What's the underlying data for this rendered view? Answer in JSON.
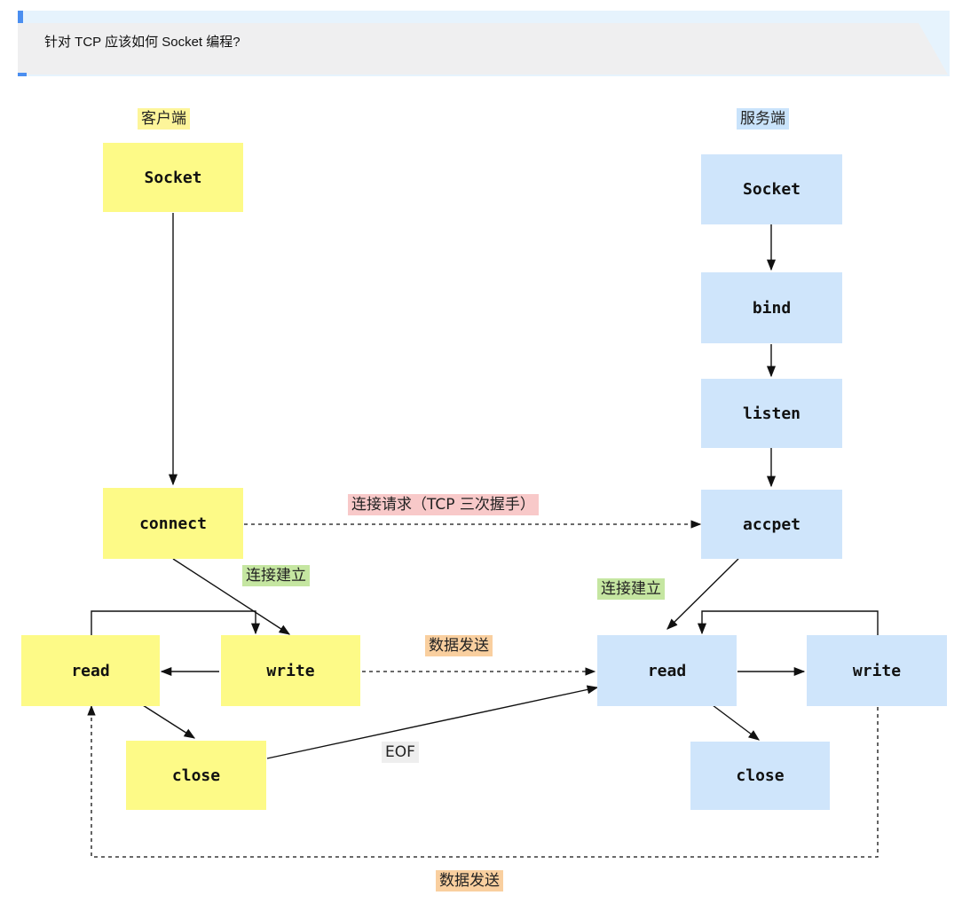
{
  "banner": {
    "text": "针对 TCP 应该如何 Socket 编程?"
  },
  "client": {
    "label": "客户端",
    "nodes": {
      "socket": "Socket",
      "connect": "connect",
      "read": "read",
      "write": "write",
      "close": "close"
    }
  },
  "server": {
    "label": "服务端",
    "nodes": {
      "socket": "Socket",
      "bind": "bind",
      "listen": "listen",
      "accept": "accpet",
      "read": "read",
      "write": "write",
      "close": "close"
    }
  },
  "edges": {
    "connect_request": "连接请求（TCP 三次握手）",
    "client_established": "连接建立",
    "server_established": "连接建立",
    "data_send_1": "数据发送",
    "eof": "EOF",
    "data_send_2": "数据发送"
  },
  "colors": {
    "client_node": "#fdfa87",
    "server_node": "#cfe5fb",
    "tag_yellow": "#fdf59a",
    "tag_blue": "#c9e3fb",
    "tag_pink": "#f8c9c9",
    "tag_green": "#c5e6a1",
    "tag_orange": "#f9cf9f",
    "tag_gray": "#eeeeee"
  }
}
